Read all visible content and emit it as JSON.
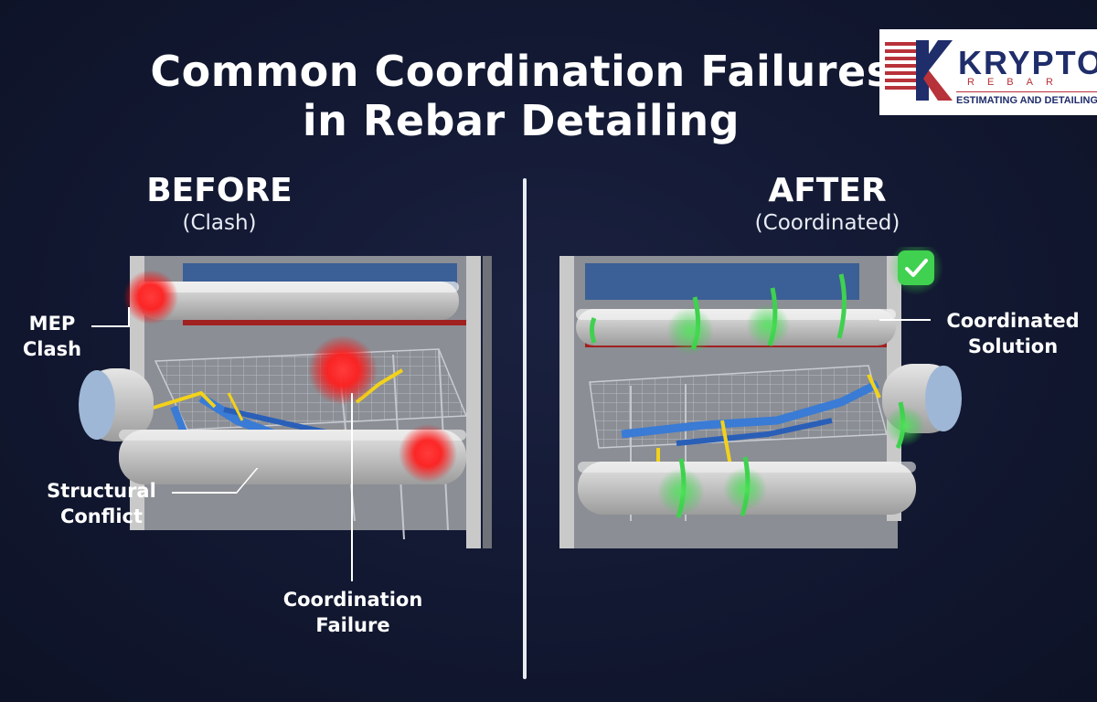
{
  "title": {
    "line1": "Common Coordination Failures",
    "line2": "in Rebar Detailing"
  },
  "logo": {
    "brand": "KRYPTO",
    "sub": "REBAR",
    "tagline": "ESTIMATING AND DETAILING SE"
  },
  "before": {
    "heading": "BEFORE",
    "subheading": "(Clash)",
    "labels": {
      "mep_line1": "MEP",
      "mep_line2": "Clash",
      "structural_line1": "Structural",
      "structural_line2": "Conflict",
      "coordination_line1": "Coordination",
      "coordination_line2": "Failure"
    }
  },
  "after": {
    "heading": "AFTER",
    "subheading": "(Coordinated)",
    "labels": {
      "solution_line1": "Coordinated",
      "solution_line2": "Solution"
    }
  },
  "colors": {
    "background": "#121831",
    "clash_red": "#ff2a2a",
    "ok_green": "#3fd14f",
    "pipe_blue": "#3a7bd5",
    "rebar_yellow": "#f2d21a",
    "beam_blue": "#3b5f97"
  },
  "icons": {
    "check": "check-icon"
  }
}
